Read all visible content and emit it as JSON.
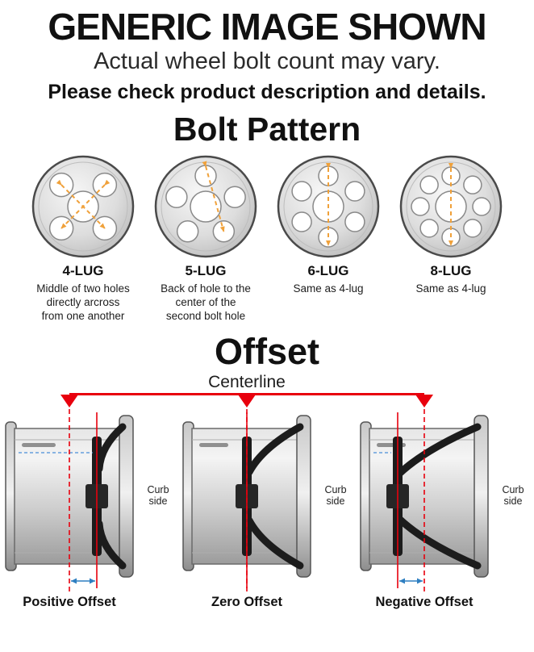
{
  "header": {
    "title": "GENERIC IMAGE SHOWN",
    "subtitle": "Actual wheel bolt count may vary.",
    "note": "Please check product description and details."
  },
  "bolt_pattern": {
    "heading": "Bolt Pattern",
    "items": [
      {
        "label": "4-LUG",
        "lugs": 4,
        "description": "Middle of two holes directly arcross from one another"
      },
      {
        "label": "5-LUG",
        "lugs": 5,
        "description": "Back of hole to the center of the second bolt hole"
      },
      {
        "label": "6-LUG",
        "lugs": 6,
        "description": "Same as 4-lug"
      },
      {
        "label": "8-LUG",
        "lugs": 8,
        "description": "Same as 4-lug"
      }
    ]
  },
  "offset": {
    "heading": "Offset",
    "centerline_label": "Centerline",
    "curb_side_label": "Curb side",
    "items": [
      {
        "label": "Positive Offset",
        "type": "positive"
      },
      {
        "label": "Zero Offset",
        "type": "zero"
      },
      {
        "label": "Negative Offset",
        "type": "negative"
      }
    ]
  },
  "colors": {
    "accent_red": "#e8000d",
    "guide_orange": "#f0a13a",
    "measure_blue": "#2e7fc1",
    "text_black": "#111111",
    "wheel_gray": "#d9d9d9"
  }
}
